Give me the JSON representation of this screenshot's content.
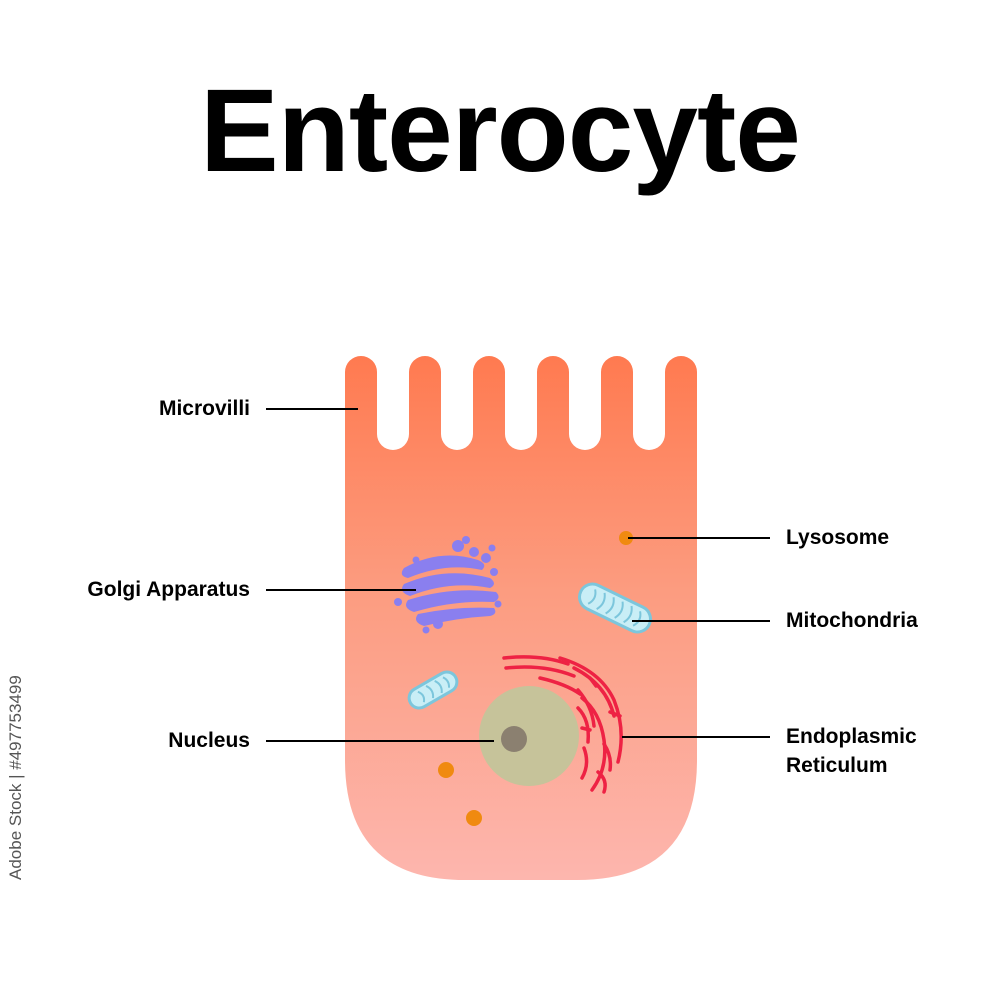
{
  "title": "Enterocyte",
  "labels": {
    "microvilli": "Microvilli",
    "golgi": "Golgi Apparatus",
    "nucleus": "Nucleus",
    "lysosome": "Lysosome",
    "mitochondria": "Mitochondria",
    "er_line1": "Endoplasmic",
    "er_line2": "Reticulum"
  },
  "stock_id": "Adobe Stock | #497753499",
  "colors": {
    "cell_top": "#ff7f55",
    "cell_bottom": "#fdb3aa",
    "golgi": "#8a7fef",
    "mitochondria_fill": "#c9eef6",
    "mitochondria_stroke": "#7cc6dc",
    "nucleus": "#c6c39a",
    "nucleolus": "#8b8070",
    "er": "#ee2244",
    "lysosome": "#f08a10",
    "line": "#000000"
  }
}
